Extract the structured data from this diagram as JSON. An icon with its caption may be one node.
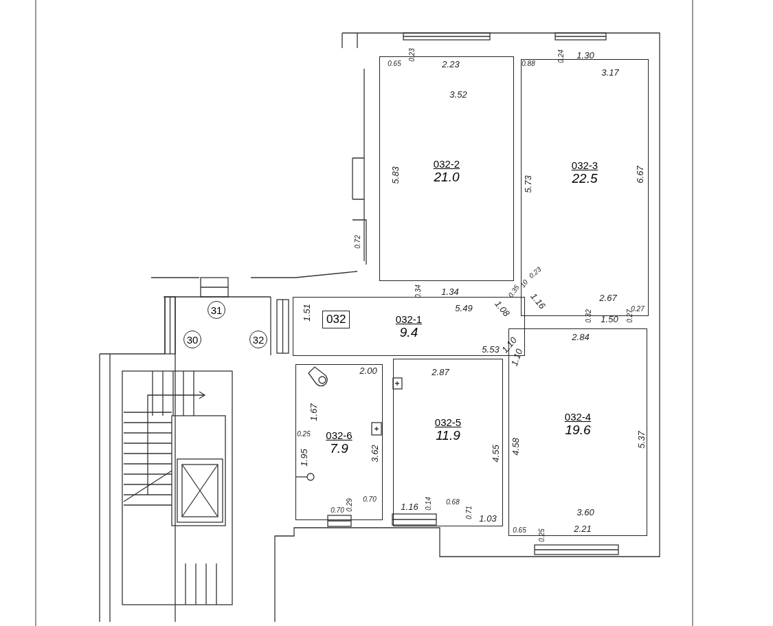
{
  "diagram": {
    "nodes": [
      {
        "text": [
          "032"
        ],
        "in": 1
      },
      {
        "text": [
          "032-1",
          "9.4"
        ]
      },
      {
        "text": [
          "032-2",
          "21.0"
        ]
      },
      {
        "text": [
          "032-3",
          "22.5"
        ]
      },
      {
        "text": [
          "032-4",
          "19.6"
        ]
      },
      {
        "text": [
          "032-5",
          "11.9"
        ]
      },
      {
        "text": [
          "032-6",
          "7.9"
        ]
      },
      {
        "text": [
          "31"
        ]
      },
      {
        "text": [
          "30"
        ]
      },
      {
        "text": [
          "32"
        ]
      }
    ],
    "edges": [],
    "labels": [
      "0.65",
      "0.23",
      "2.23",
      "3.52",
      "5.83",
      "0.88",
      "0.24",
      "1.30",
      "3.17",
      "5.73",
      "6.67",
      "0.72",
      "0.34",
      "1.34",
      "0.23",
      "0.35",
      "10",
      "1.16",
      "1.08",
      "5.49",
      "2.67",
      "1.51",
      "0.32",
      "1.50",
      "0.27",
      "0.27",
      "5.53",
      "1.10",
      "1.10",
      "2.84",
      "2.00",
      "1.67",
      "0.25",
      "1.95",
      "3.62",
      "0.70",
      "0.29",
      "0.70",
      "2.87",
      "4.55",
      "1.16",
      "0.14",
      "0.68",
      "0.71",
      "1.03",
      "4.58",
      "5.37",
      "3.60",
      "0.65",
      "0.25",
      "2.21"
    ]
  }
}
